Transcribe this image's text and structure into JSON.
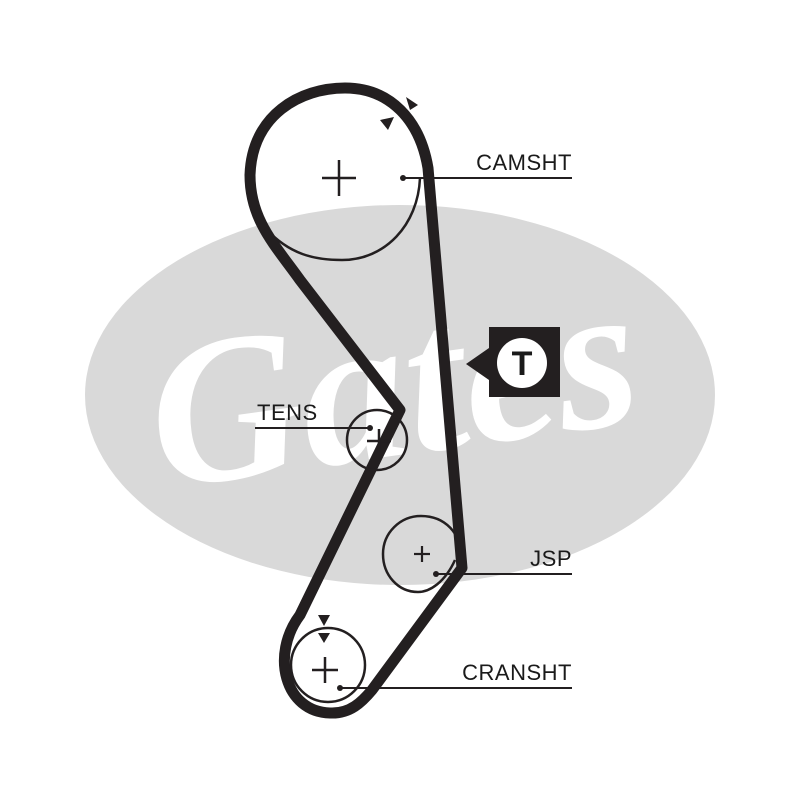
{
  "watermark": {
    "brand": "Gates"
  },
  "labels": {
    "camshaft": "CAMSHT",
    "tensioner": "TENS",
    "jsp": "JSP",
    "crankshaft": "CRANSHT"
  },
  "timing_badge": {
    "letter": "T"
  },
  "colors": {
    "belt": "#231f20",
    "watermark": "#d9d9d9",
    "text": "#1a1a1a"
  }
}
